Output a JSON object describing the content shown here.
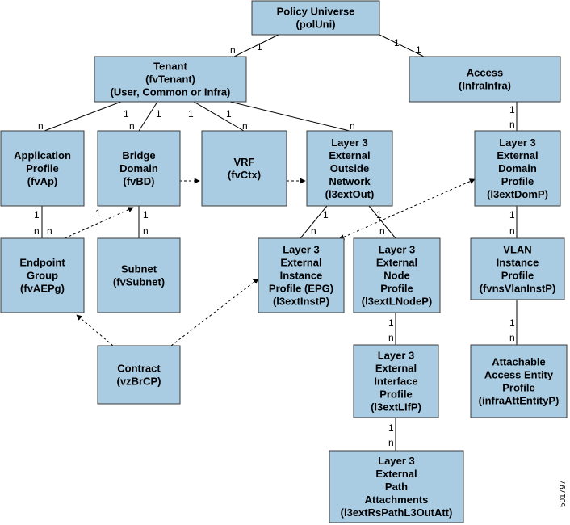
{
  "boxes": {
    "polUni": [
      "Policy Universe",
      "(polUni)"
    ],
    "fvTenant": [
      "Tenant",
      "(fvTenant)",
      "(User, Common or Infra)"
    ],
    "infraInfra": [
      "Access",
      "(InfraInfra)"
    ],
    "fvAp": [
      "Application",
      "Profile",
      "(fvAp)"
    ],
    "fvBD": [
      "Bridge",
      "Domain",
      "(fvBD)"
    ],
    "fvCtx": [
      "VRF",
      "(fvCtx)"
    ],
    "l3extOut": [
      "Layer 3",
      "External",
      "Outside",
      "Network",
      "(l3extOut)"
    ],
    "l3extDomP": [
      "Layer 3",
      "External",
      "Domain",
      "Profile",
      "(l3extDomP)"
    ],
    "fvAEPg": [
      "Endpoint",
      "Group",
      "(fvAEPg)"
    ],
    "fvSubnet": [
      "Subnet",
      "(fvSubnet)"
    ],
    "l3extInstP": [
      "Layer 3",
      "External",
      "Instance",
      "Profile (EPG)",
      "(l3extInstP)"
    ],
    "l3extLNodeP": [
      "Layer 3",
      "External",
      "Node",
      "Profile",
      "(l3extLNodeP)"
    ],
    "fvnsVlanInstP": [
      "VLAN",
      "Instance",
      "Profile",
      "(fvnsVlanInstP)"
    ],
    "vzBrCP": [
      "Contract",
      "(vzBrCP)"
    ],
    "l3extLIfP": [
      "Layer 3",
      "External",
      "Interface",
      "Profile",
      "(l3extLIfP)"
    ],
    "infraAttEntityP": [
      "Attachable",
      "Access Entity",
      "Profile",
      "(infraAttEntityP)"
    ],
    "l3extRsPathL3OutAtt": [
      "Layer 3",
      "External",
      "Path",
      "Attachments",
      "(l3extRsPathL3OutAtt)"
    ]
  },
  "cardinality": {
    "one": "1",
    "many": "n"
  },
  "figure_id": "501797",
  "colors": {
    "box_fill": "#a9cce3",
    "box_stroke": "#3a3a3a",
    "line": "#000000"
  }
}
